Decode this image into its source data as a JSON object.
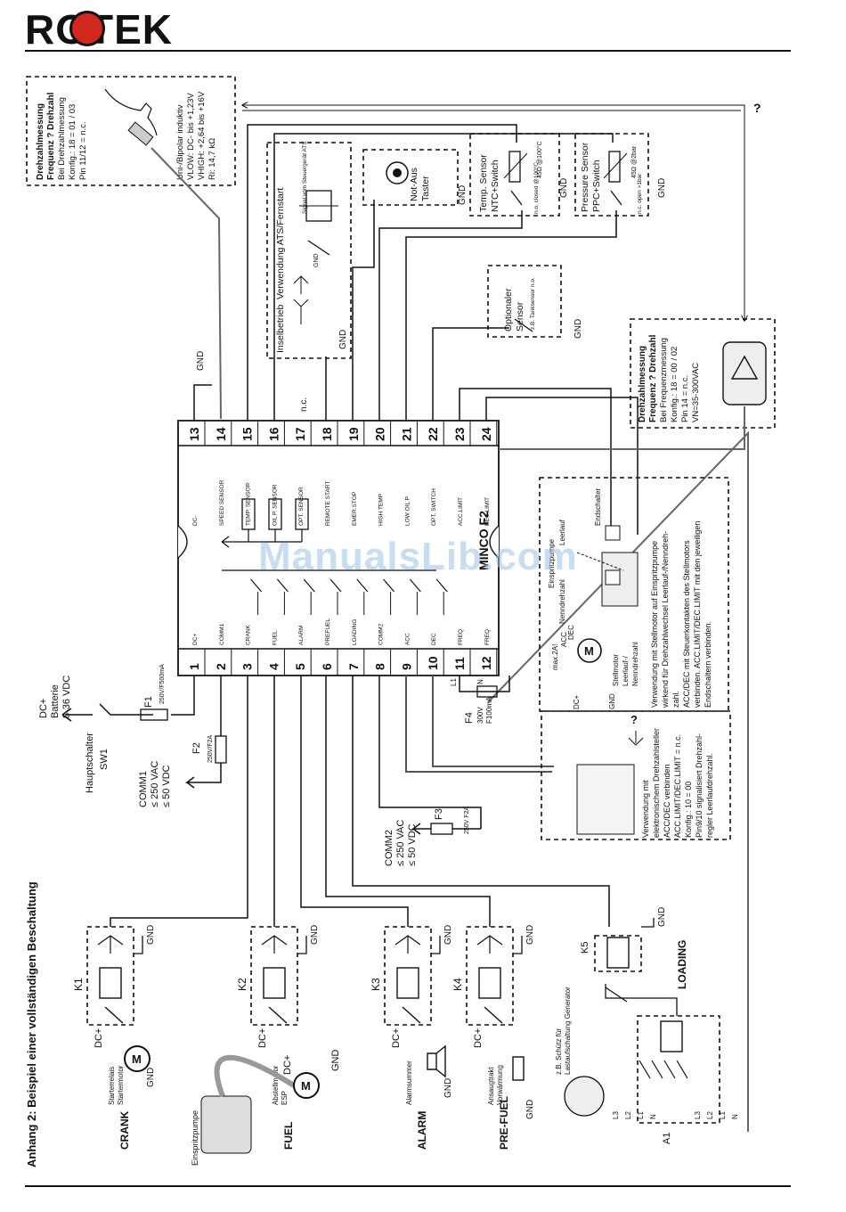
{
  "header": {
    "brand": "ROTEK"
  },
  "page_title": "Anhang 2: Beispiel einer vollständigen Beschaltung",
  "controller": {
    "name": "MINCO F2",
    "top_pins": [
      "13",
      "14",
      "15",
      "16",
      "17",
      "18",
      "19",
      "20",
      "21",
      "22",
      "23",
      "24"
    ],
    "top_labels": [
      "DC-",
      "SPEED SENSOR",
      "TEMP. SENSOR",
      "OIL P. SENSOR",
      "OPT. SENSOR",
      "REMOTE START",
      "EMER.STOP",
      "HIGH TEMP",
      "LOW OIL P",
      "OPT. SWITCH",
      "ACC.LIMIT",
      "DEC.LIMIT"
    ],
    "bottom_pins": [
      "1",
      "2",
      "3",
      "4",
      "5",
      "6",
      "7",
      "8",
      "9",
      "10",
      "11",
      "12"
    ],
    "bottom_labels": [
      "DC+",
      "COMM1",
      "CRANK",
      "FUEL",
      "ALARM",
      "PREFUEL",
      "LOADING",
      "COMM2",
      "ACC",
      "DEC",
      "FREQ",
      "FREQ"
    ],
    "nc_label": "n.c."
  },
  "speed_box": {
    "title": "Drehzahlmessung",
    "subtitle": "Frequenz ? Drehzahl",
    "line1": "Bei Drehzahlmessung",
    "line2": "Konfig.: 18 = 01 / 03",
    "line3": "Pin 11/12 = n.c.",
    "spec1": "Uni-/Bipolar induktiv",
    "spec2": "VLOW: DC- bis +1,23V",
    "spec3": "VHIGH: +2,64 bis +16V",
    "spec4": "Ri: 14,7 kΩ"
  },
  "freq_box": {
    "title": "Drehzahlmessung",
    "subtitle": "Frequenz ? Drehzahl",
    "line1": "Bei Frequenzmessung",
    "line2": "Konfig.: 18 = 00 / 02",
    "line3": "Pin 14 = n.c.",
    "line4": "VN=35-300VAC"
  },
  "ats_box": {
    "label1": "Inselbetrieb",
    "label2": "Verwendung ATS/Fernstart",
    "signal": "Signal vom Steuergerät ATS",
    "gnd": "GND"
  },
  "estop": {
    "label1": "Not-Aus",
    "label2": "Taster",
    "gnd": "GND"
  },
  "temp_sensor": {
    "label1": "Temp. Sensor",
    "label2": "NTC+Switch",
    "value": "45Ω @100°C",
    "contact": "n.o. closed @100°C",
    "gnd": "GND"
  },
  "pressure_sensor": {
    "label1": "Pressure Sensor",
    "label2": "PPC+Switch",
    "value": "45Ω @2bar",
    "contact": "n.c. open >1bar",
    "gnd": "GND"
  },
  "opt_sensor": {
    "label1": "Optionaler",
    "label2": "Sensor",
    "note": "z.B. Tanksensor n.o.",
    "gnd": "GND"
  },
  "gnd_labels": {
    "dc_minus": "GND"
  },
  "battery": {
    "label1": "DC+",
    "label2": "Batterie",
    "label3": "8-36 VDC",
    "fuse": "F1",
    "fuse_rating": "250V/F500mA",
    "switch1": "Hauptschalter",
    "switch2": "SW1"
  },
  "comm1": {
    "label": "COMM1",
    "v1": "≤ 250 VAC",
    "v2": "≤ 50 VDC",
    "fuse": "F2",
    "rating": "250V/F2A"
  },
  "comm2": {
    "label": "COMM2",
    "v1": "≤ 250 VAC",
    "v2": "≤ 50 VDC",
    "fuse": "F3",
    "rating": "250V F2A"
  },
  "f4": {
    "label": "F4",
    "rating1": "300V",
    "rating2": "F100mA",
    "l1": "L1",
    "n": "N"
  },
  "motor_box": {
    "text1": "Verwendung mit Stellmotor auf Einspritzpumpe",
    "text2": "wirkend für Drehzahlwechsel Leerlauf-/Nenndreh-",
    "text3": "zahl.",
    "text4": "ACC/DEC mit Steuerkontakten des Stellmotors",
    "text5": "verbinden. ACC.LIMIT/DEC.LIMIT mit den jeweiligen",
    "text6": "Endschaltern verbinden.",
    "motor1": "Stellmotor",
    "motor2": "Leerlauf-/",
    "motor3": "Nenndrehzahl",
    "pump": "Einspritzpumpe",
    "idle": "Leerlauf",
    "nominal": "Nenndrehzahl",
    "endswitch": "Endschalter",
    "acc": "ACC",
    "dec": "DEC",
    "max": "max.2A!",
    "dcplus": "DC+",
    "gnd": "GND"
  },
  "electronic_box": {
    "text1": "Verwendung mit",
    "text2": "elektronischem Drehzahlsteller",
    "text3": "ACC/DEC verbinden",
    "text4": "ACC.LIMIT/DEC.LIMIT = n.c.",
    "text5": "Konfig.: 10 = 00",
    "text6": "Pin9/10 signalisiert Drehzahl-",
    "text7": "regler Leerlaufdrehzahl."
  },
  "relays": [
    {
      "name": "K1",
      "title": "CRANK",
      "load1": "Starterrelais",
      "load2": "Startermotor",
      "dcplus": "DC+",
      "gnd": "GND"
    },
    {
      "name": "K2",
      "title": "FUEL",
      "load1": "Abstellmotor",
      "load2": "ESP",
      "dcplus": "DC+",
      "gnd": "GND"
    },
    {
      "name": "K3",
      "title": "ALARM",
      "load1": "Alarmsummer",
      "load2": "",
      "dcplus": "DC+",
      "gnd": "GND"
    },
    {
      "name": "K4",
      "title": "PRE-FUEL",
      "load1": "Ansaugtrakt",
      "load2": "Vorwärmung",
      "dcplus": "DC+",
      "gnd": "GND"
    }
  ],
  "pump_label": "Einspritzpumpe",
  "fuel_dcplus": "DC+",
  "fuel_gnd": "GND",
  "k5": {
    "name": "K5",
    "title": "LOADING",
    "gnd": "GND"
  },
  "a1": {
    "name": "A1",
    "note1": "z.B. Schütz für",
    "note2": "Lastaufschaltung Generator",
    "terminals": [
      "L3",
      "L2",
      "L1",
      "N"
    ]
  },
  "misc": {
    "motor_letter": "M",
    "question": "?"
  }
}
